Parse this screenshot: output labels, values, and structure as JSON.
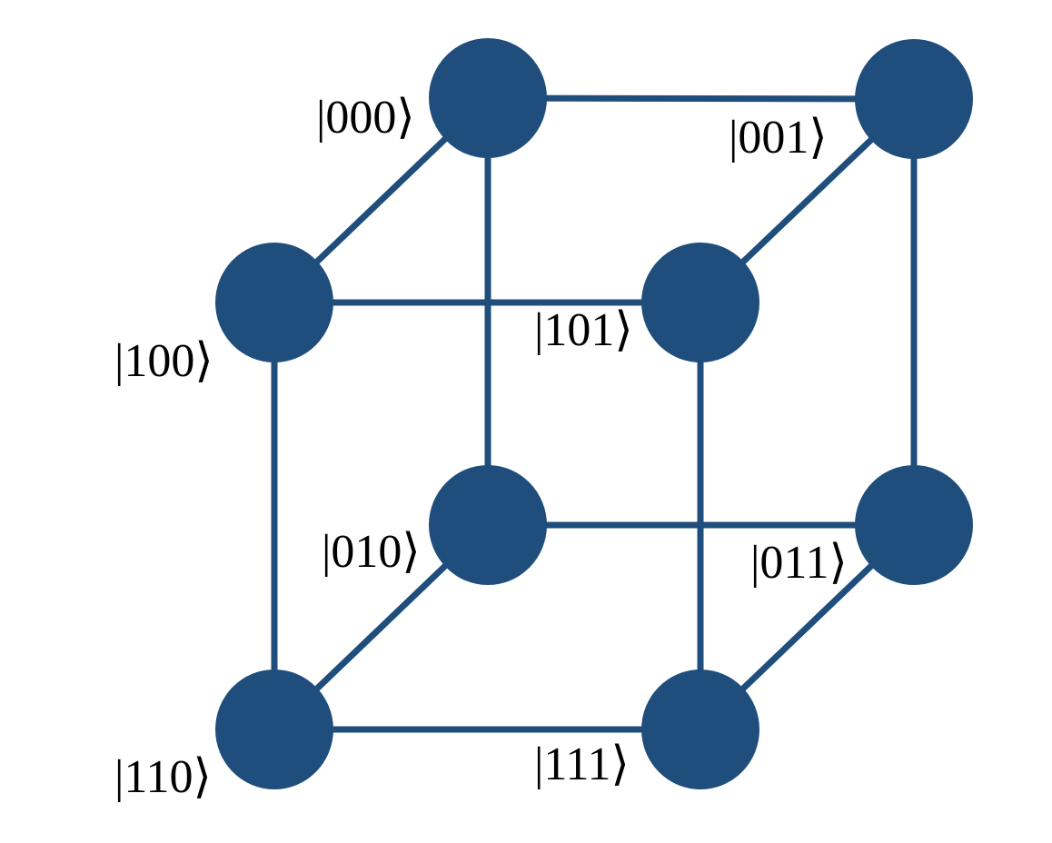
{
  "colors": {
    "node": "#1f4e7c",
    "edge": "#1f4e7c",
    "label": "#000000",
    "background": "#ffffff"
  },
  "nodes": [
    {
      "id": "000",
      "label": "|000⟩"
    },
    {
      "id": "001",
      "label": "|001⟩"
    },
    {
      "id": "100",
      "label": "|100⟩"
    },
    {
      "id": "101",
      "label": "|101⟩"
    },
    {
      "id": "010",
      "label": "|010⟩"
    },
    {
      "id": "011",
      "label": "|011⟩"
    },
    {
      "id": "110",
      "label": "|110⟩"
    },
    {
      "id": "111",
      "label": "|111⟩"
    }
  ],
  "edges": [
    [
      "000",
      "001"
    ],
    [
      "000",
      "100"
    ],
    [
      "000",
      "010"
    ],
    [
      "001",
      "101"
    ],
    [
      "001",
      "011"
    ],
    [
      "100",
      "101"
    ],
    [
      "100",
      "110"
    ],
    [
      "101",
      "111"
    ],
    [
      "010",
      "011"
    ],
    [
      "010",
      "110"
    ],
    [
      "011",
      "111"
    ],
    [
      "110",
      "111"
    ]
  ]
}
